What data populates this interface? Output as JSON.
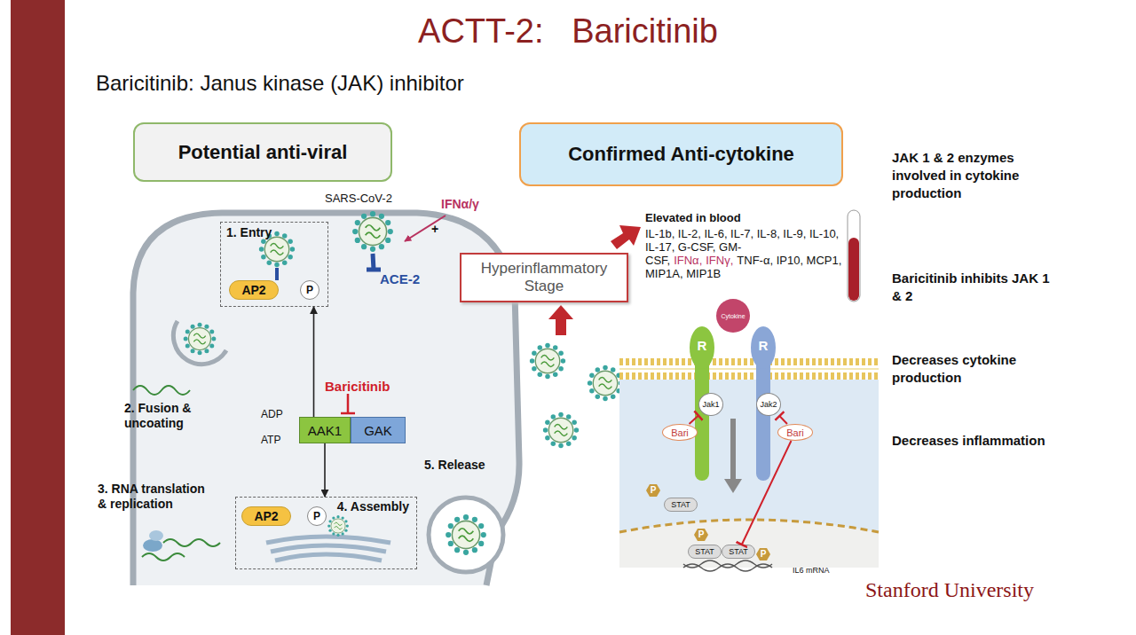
{
  "diagram": {
    "title": "ACTT-2:   Baricitinib",
    "nodes": [
      {
        "text": [
          "Potential anti-viral"
        ]
      },
      {
        "text": [
          "Confirmed Anti-cytokine"
        ]
      },
      {
        "text": [
          "Hyperinflammatory Stage"
        ]
      },
      {
        "text": [
          "1. Entry"
        ]
      },
      {
        "text": [
          "AP2"
        ],
        "in": 3
      },
      {
        "text": [
          "P"
        ],
        "in": 3
      },
      {
        "text": [
          "4. Assembly"
        ]
      },
      {
        "text": [
          "AP2"
        ],
        "in": 6
      },
      {
        "text": [
          "P"
        ],
        "in": 6
      },
      {
        "text": [
          "AAK1"
        ]
      },
      {
        "text": [
          "GAK"
        ]
      },
      {
        "text": [
          "Cytokine"
        ]
      },
      {
        "text": [
          "Jak1"
        ]
      },
      {
        "text": [
          "Jak2"
        ]
      },
      {
        "text": [
          "Bari"
        ]
      },
      {
        "text": [
          "Bari"
        ]
      },
      {
        "text": [
          "STAT"
        ]
      },
      {
        "text": [
          "STAT"
        ]
      },
      {
        "text": [
          "STAT"
        ]
      }
    ],
    "edges": [
      {
        "from": 9,
        "to": 3,
        "arrow": "to"
      },
      {
        "from": 9,
        "to": 6,
        "arrow": "to"
      },
      {
        "from": 14,
        "to": 12,
        "arrow": "to"
      },
      {
        "from": 15,
        "to": 13,
        "arrow": "to"
      },
      {
        "from": 15,
        "to": 18,
        "arrow": "to"
      }
    ],
    "labels": [
      "Baricitinib: Janus kinase (JAK) inhibitor",
      "JAK 1 & 2 enzymes involved in cytokine production",
      "Baricitinib inhibits JAK 1 & 2",
      "Decreases cytokine production",
      "Decreases inflammation",
      "SARS-CoV-2",
      "IFNα/γ",
      "+",
      "ACE-2",
      "2. Fusion & uncoating",
      "ADP",
      "ATP",
      "Baricitinib",
      "3. RNA translation & replication",
      "5. Release",
      "Elevated in blood",
      "IL-1b, IL-2, IL-6, IL-7, IL-8, IL-9, IL-10, IL-17, G-CSF, GM-CSF,",
      "IFNα,",
      "IFNγ,",
      "TNF-α, IP10, MCP1, MIP1A, MIP1B",
      "R",
      "R",
      "P",
      "P",
      "P",
      "IL6 mRNA",
      "Stanford University"
    ]
  }
}
